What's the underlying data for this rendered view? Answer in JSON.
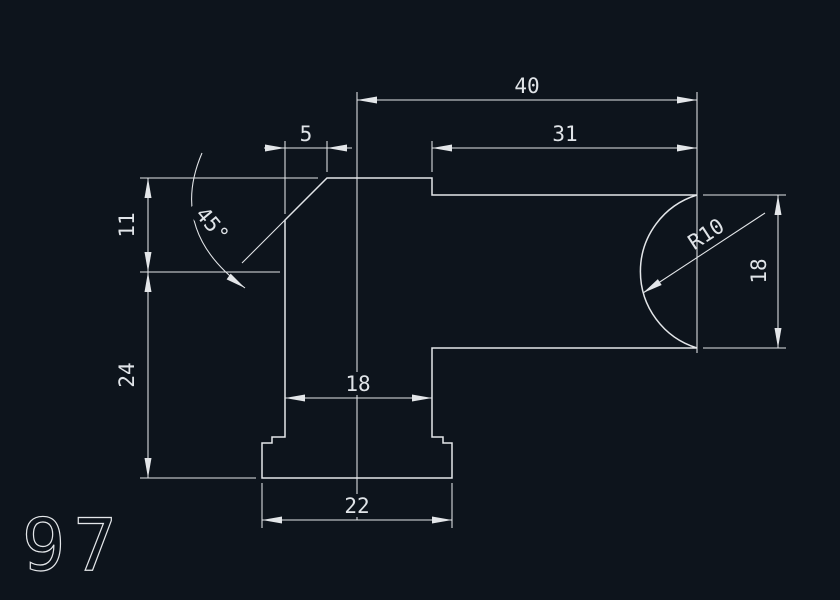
{
  "colors": {
    "background": "#0d141c",
    "line": "#e3e6e9",
    "text": "#e0e4e8"
  },
  "title_block": {
    "drawing_number": "97"
  },
  "dims": {
    "overall_width": "40",
    "upper_arm_length": "31",
    "chamfer_width": "5",
    "chamfer_angle": "45°",
    "top_to_center": "11",
    "center_to_base": "24",
    "leg_width": "18",
    "base_width": "22",
    "arm_height": "18",
    "cove_radius": "R10"
  }
}
